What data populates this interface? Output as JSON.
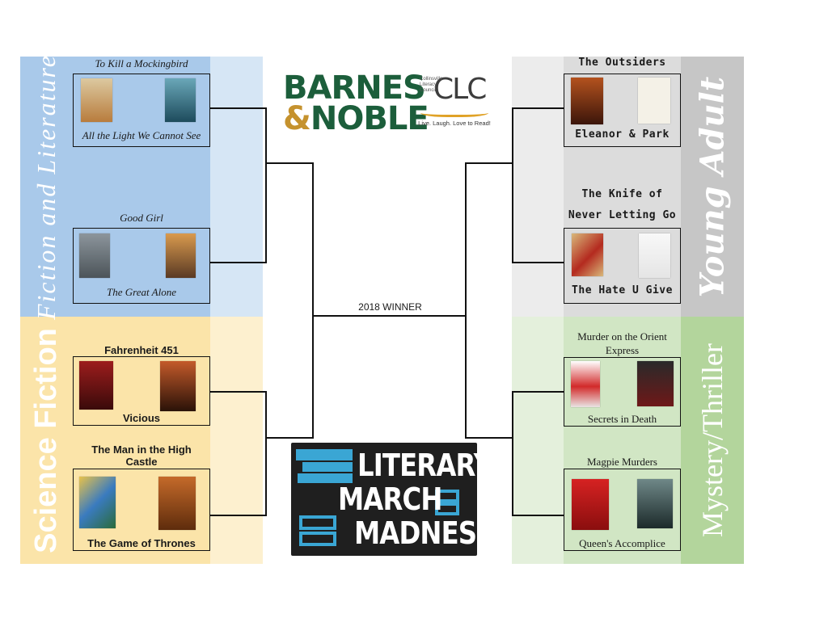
{
  "left": {
    "fiction": {
      "label": "Fiction and Literature",
      "color": "#a7c7e7",
      "matchups": [
        {
          "top": "To Kill a Mockingbird",
          "bottom": "All the Light We Cannot See",
          "covers": [
            "To Kill a Mockingbird cover",
            "All the Light We Cannot See cover"
          ]
        },
        {
          "top": "Good Girl",
          "bottom": "The Great Alone",
          "covers": [
            "The Good Girl cover",
            "The Great Alone cover"
          ]
        }
      ]
    },
    "scifi": {
      "label": "Science Fiction",
      "color": "#fbe3a4",
      "matchups": [
        {
          "top": "Fahrenheit 451",
          "bottom": "Vicious",
          "covers": [
            "Fahrenheit 451 cover",
            "Vicious cover"
          ]
        },
        {
          "top": "The Man in the High Castle",
          "bottom": "The Game of Thrones",
          "covers": [
            "The Man in the High Castle cover",
            "A Game of Thrones cover"
          ]
        }
      ]
    }
  },
  "right": {
    "ya": {
      "label": "Young Adult",
      "color": "#c9c9c9",
      "matchups": [
        {
          "top": "The Outsiders",
          "bottom": "Eleanor & Park",
          "covers": [
            "The Outsiders cover",
            "Eleanor & Park cover"
          ]
        },
        {
          "top_line1": "The Knife of",
          "top_line2": "Never Letting Go",
          "bottom": "The Hate U Give",
          "covers": [
            "The Knife of Never Letting Go cover",
            "The Hate U Give cover"
          ]
        }
      ]
    },
    "mystery": {
      "label": "Mystery/Thriller",
      "color": "#b6d6a0",
      "matchups": [
        {
          "top_line1": "Murder on the Orient",
          "top_line2": "Express",
          "bottom": "Secrets in Death",
          "covers": [
            "Murder on the Orient Express cover",
            "Secrets in Death cover"
          ]
        },
        {
          "top": "Magpie Murders",
          "bottom": "Queen's Accomplice",
          "covers": [
            "Magpie Murders cover",
            "Queen's Accomplice cover"
          ]
        }
      ]
    }
  },
  "center": {
    "winner_label": "2018 WINNER",
    "bn_line1": "BARNES",
    "bn_amp": "&",
    "bn_line2": "NOBLE",
    "clc_mark": "CLC",
    "clc_small1": "Collinsville",
    "clc_small2": "Literacy",
    "clc_small3": "Council",
    "clc_tagline": "Live. Laugh. Love to Read!",
    "lmm_line1": "LITERARY",
    "lmm_line2": "MARCH",
    "lmm_line3": "MADNESS"
  }
}
